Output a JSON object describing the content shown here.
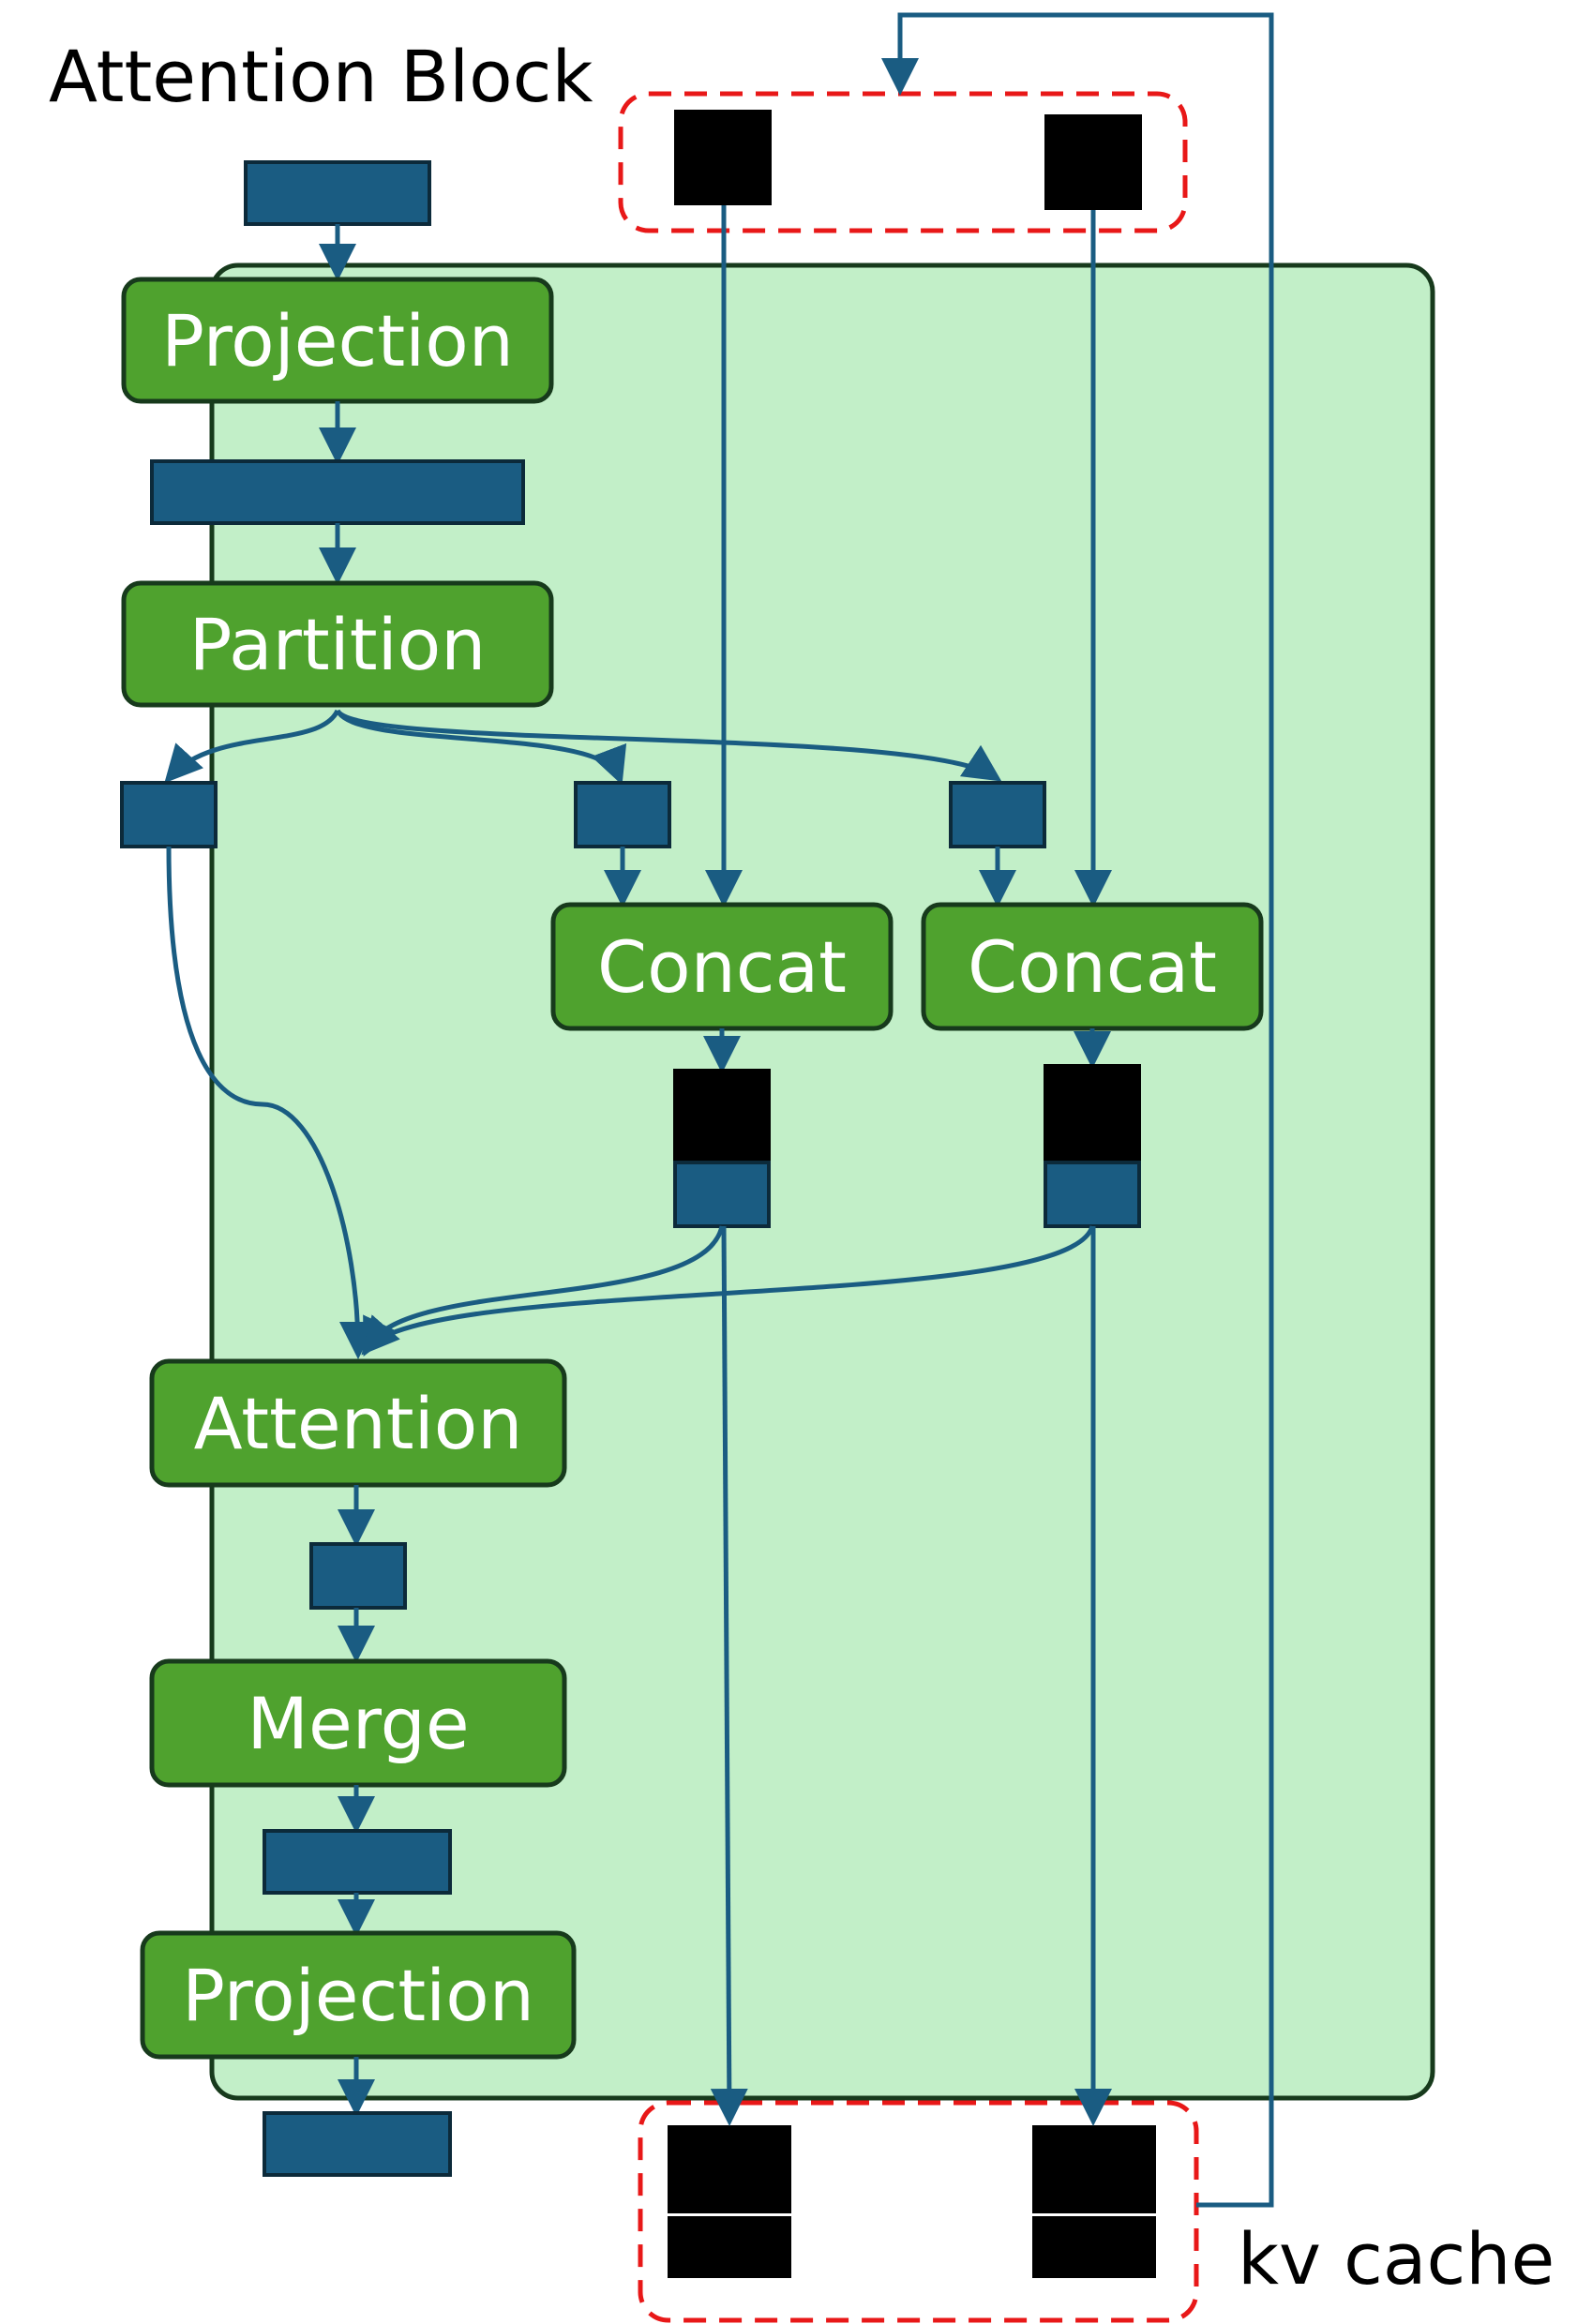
{
  "title": "Attention Block",
  "cache_label": "kv cache",
  "nodes": {
    "projection_in": "Projection",
    "partition": "Partition",
    "concat_k": "Concat",
    "concat_v": "Concat",
    "attention": "Attention",
    "merge": "Merge",
    "projection_out": "Projection"
  },
  "colors": {
    "block_fill": "#c2efc8",
    "op_fill": "#4fa22e",
    "tensor_fill": "#1a5c82",
    "cache_fill": "#000000",
    "arrow": "#1a5c82",
    "cache_border": "#e81818"
  }
}
